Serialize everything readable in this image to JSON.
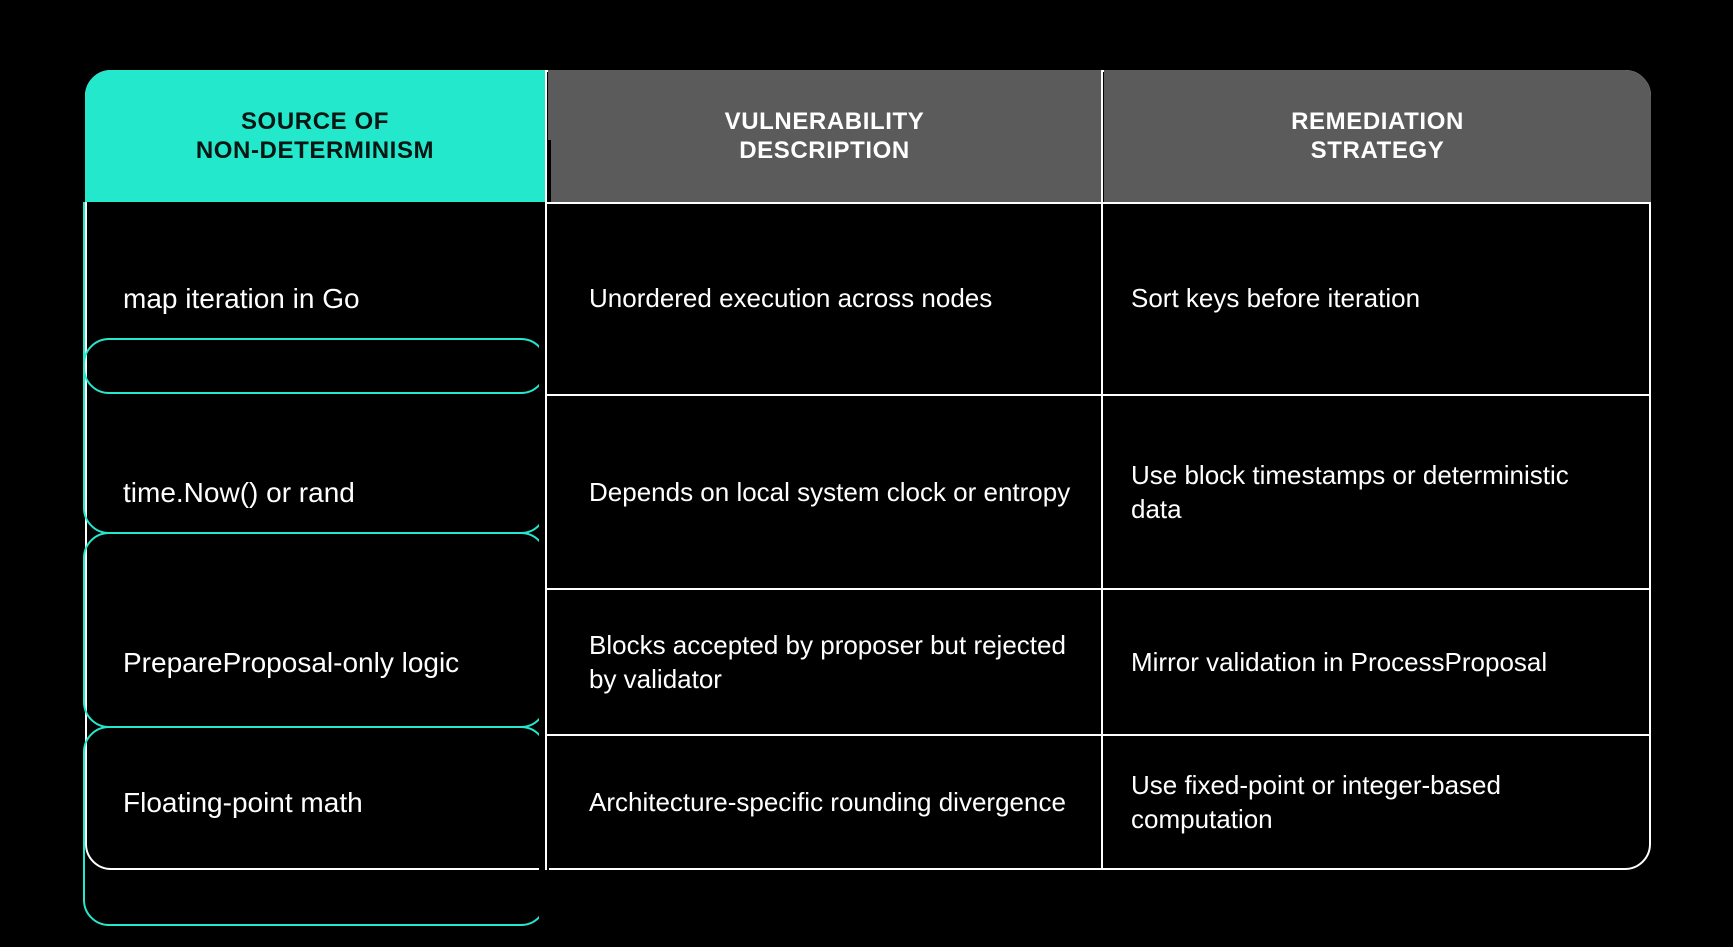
{
  "page": {
    "background_color": "#000000",
    "accent_color": "#24E8CB",
    "header_gray": "#5B5B5B",
    "text_color": "#FFFFFF"
  },
  "table": {
    "headers": [
      {
        "line1": "SOURCE OF",
        "line2": "NON-DETERMINISM"
      },
      {
        "line1": "VULNERABILITY",
        "line2": "DESCRIPTION"
      },
      {
        "line1": "REMEDIATION",
        "line2": "STRATEGY"
      }
    ],
    "rows": [
      {
        "source": "map iteration in Go",
        "vulnerability": "Unordered execution across nodes",
        "remediation": "Sort keys before iteration"
      },
      {
        "source": "time.Now() or rand",
        "vulnerability": "Depends on local system clock or entropy",
        "remediation": "Use block timestamps or deterministic data"
      },
      {
        "source": "PrepareProposal-only logic",
        "vulnerability": "Blocks accepted by proposer but rejected by validator",
        "remediation": "Mirror validation in ProcessProposal"
      },
      {
        "source": "Floating-point math",
        "vulnerability": "Architecture-specific rounding divergence",
        "remediation": "Use fixed-point or integer-based computation"
      }
    ]
  }
}
